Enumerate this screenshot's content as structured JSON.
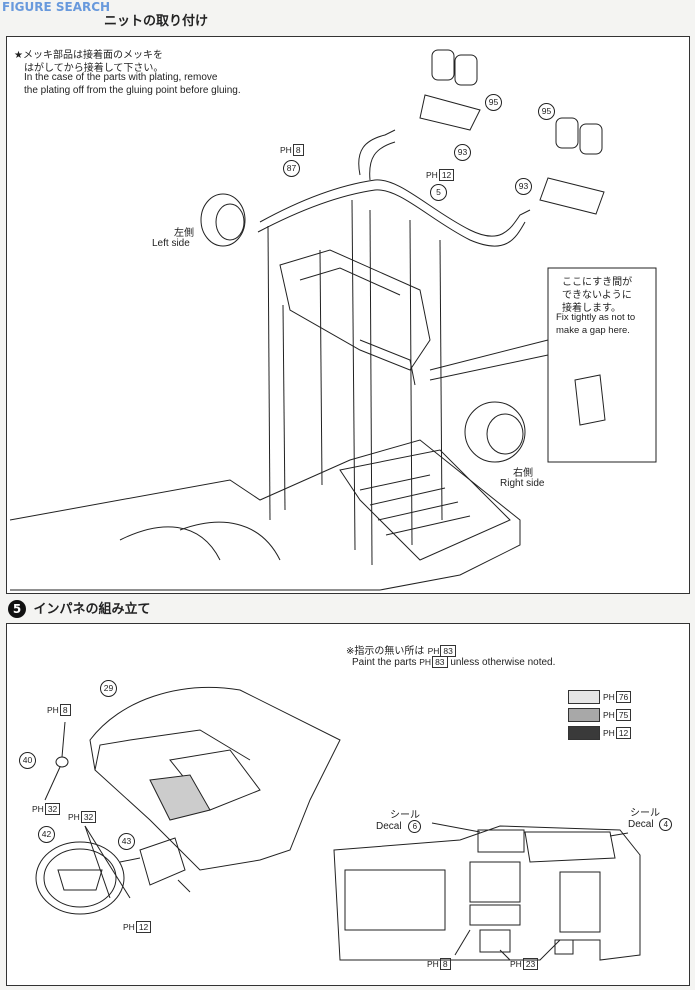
{
  "watermark": "FIGURE SEARCH",
  "section4": {
    "title_suffix": "ニットの取り付け",
    "note_jp_1": "★メッキ部品は接着面のメッキを",
    "note_jp_2": "はがしてから接着して下さい。",
    "note_en_1": "In the case of the parts with plating, remove",
    "note_en_2": "the plating off from the gluing point before gluing.",
    "left_jp": "左側",
    "left_en": "Left side",
    "right_jp": "右側",
    "right_en": "Right side",
    "callout_jp_1": "ここにすき間が",
    "callout_jp_2": "できないように",
    "callout_jp_3": "接着します。",
    "callout_en_1": "Fix tightly as not to",
    "callout_en_2": "make a gap here.",
    "parts": {
      "p95a": "95",
      "p93a": "93",
      "p95b": "95",
      "p93b": "93",
      "p87": "87",
      "p5": "5"
    },
    "paint": {
      "ph8": "8",
      "ph12": "12"
    }
  },
  "section5": {
    "number": "5",
    "title": "インパネの組み立て",
    "note_jp": "※指示の無い所は",
    "note_ph": "83",
    "note_en_pre": "Paint the parts",
    "note_en_post": "unless otherwise noted.",
    "swatches": [
      {
        "code": "76",
        "color": "#e6e6e6"
      },
      {
        "code": "75",
        "color": "#a8a8a8"
      },
      {
        "code": "12",
        "color": "#3a3a3a"
      }
    ],
    "decal_left_jp": "シール",
    "decal_left_en": "Decal",
    "decal_left_no": "6",
    "decal_right_jp": "シール",
    "decal_right_en": "Decal",
    "decal_right_no": "4",
    "parts": {
      "p29": "29",
      "p40": "40",
      "p42": "42",
      "p43": "43"
    },
    "paint": {
      "ph8a": "8",
      "ph32a": "32",
      "ph32b": "32",
      "ph12": "12",
      "ph8b": "8",
      "ph23": "23"
    }
  },
  "ph_prefix": "PH"
}
